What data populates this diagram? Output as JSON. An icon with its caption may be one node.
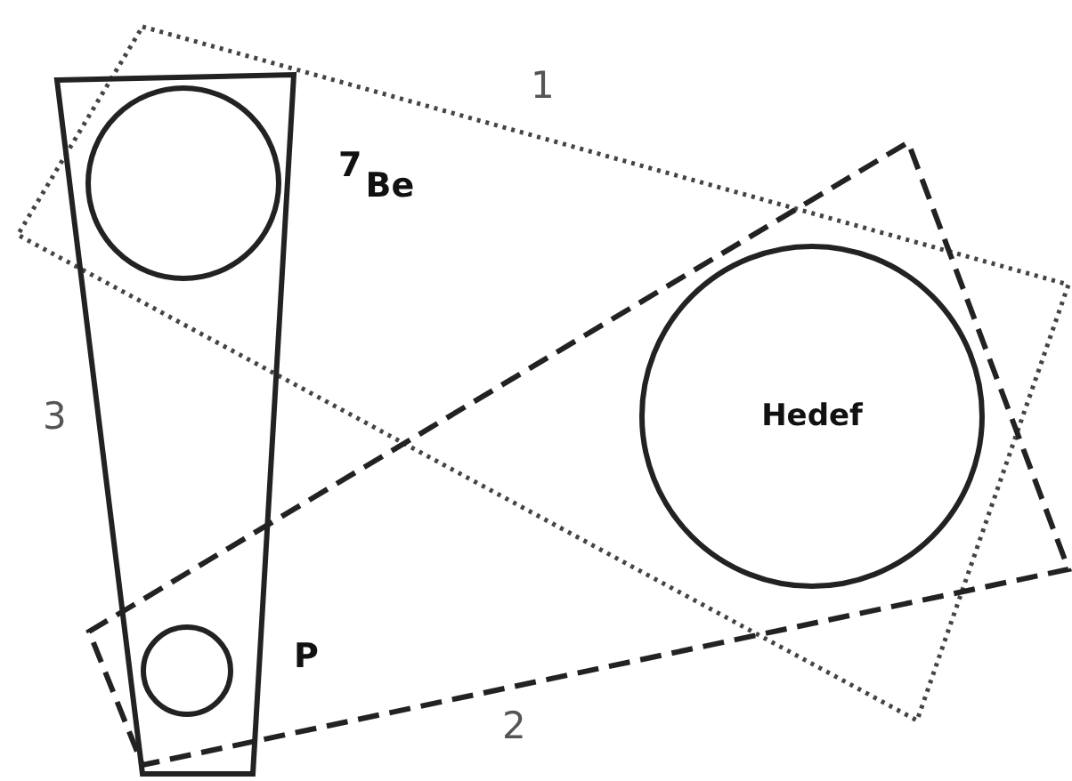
{
  "diagram": {
    "nodes": [
      {
        "text": [],
        "shape": "circle",
        "beside": [
          "$^{7}$Be"
        ]
      },
      {
        "text": [
          "Hedef"
        ]
      },
      {
        "text": [],
        "shape": "circle",
        "beside": [
          "P"
        ]
      }
    ],
    "labels": [
      "1",
      "2",
      "3"
    ]
  }
}
